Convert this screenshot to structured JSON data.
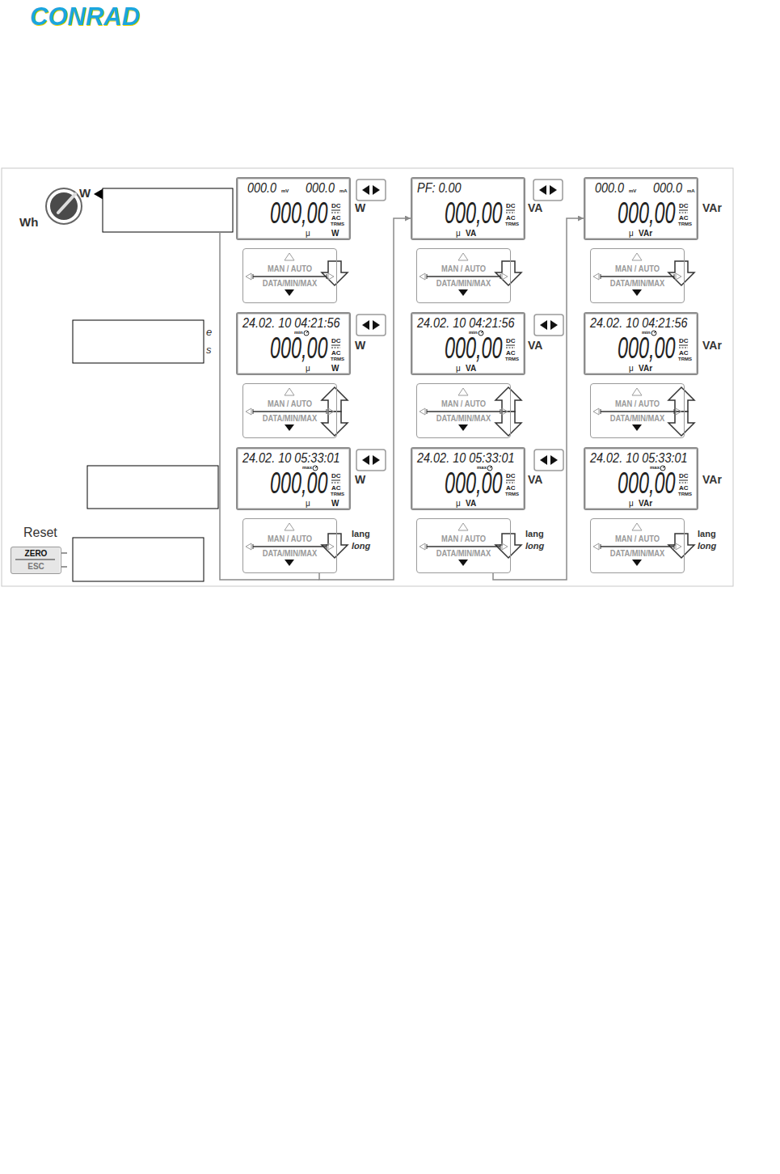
{
  "diagram": {
    "nodes": [
      {
        "text": [
          "000.0",
          "mV",
          "000.0",
          "mA",
          "000,00",
          "DC",
          "AC",
          "TRMS",
          "μ",
          "W"
        ]
      },
      {
        "text": [
          "PF: 0.00",
          "000,00",
          "DC",
          "AC",
          "TRMS",
          "μ",
          "VA"
        ]
      },
      {
        "text": [
          "000.0",
          "mV",
          "000.0",
          "mA",
          "000,00",
          "DC",
          "AC",
          "TRMS",
          "μ",
          "VAr"
        ]
      },
      {
        "text": [
          "MAN / AUTO",
          "DATA/MIN/MAX"
        ]
      },
      {
        "text": [
          "MAN / AUTO",
          "DATA/MIN/MAX"
        ]
      },
      {
        "text": [
          "MAN / AUTO",
          "DATA/MIN/MAX"
        ]
      },
      {
        "text": [
          "24.02. 10 04:21:56",
          "min",
          "000,00",
          "DC",
          "AC",
          "TRMS",
          "μ",
          "W"
        ]
      },
      {
        "text": [
          "24.02. 10 04:21:56",
          "min",
          "000,00",
          "DC",
          "AC",
          "TRMS",
          "μ",
          "VA"
        ]
      },
      {
        "text": [
          "24.02. 10 04:21:56",
          "min",
          "000,00",
          "DC",
          "AC",
          "TRMS",
          "μ",
          "VAr"
        ]
      },
      {
        "text": [
          "MAN / AUTO",
          "DATA/MIN/MAX"
        ]
      },
      {
        "text": [
          "MAN / AUTO",
          "DATA/MIN/MAX"
        ]
      },
      {
        "text": [
          "MAN / AUTO",
          "DATA/MIN/MAX"
        ]
      },
      {
        "text": [
          "24.02. 10 05:33:01",
          "max",
          "000,00",
          "DC",
          "AC",
          "TRMS",
          "μ",
          "W"
        ]
      },
      {
        "text": [
          "24.02. 10 05:33:01",
          "max",
          "000,00",
          "DC",
          "AC",
          "TRMS",
          "μ",
          "VA"
        ]
      },
      {
        "text": [
          "24.02. 10 05:33:01",
          "max",
          "000,00",
          "DC",
          "AC",
          "TRMS",
          "μ",
          "VAr"
        ]
      },
      {
        "text": [
          "MAN / AUTO",
          "DATA/MIN/MAX"
        ]
      },
      {
        "text": [
          "MAN / AUTO",
          "DATA/MIN/MAX"
        ]
      },
      {
        "text": [
          "MAN / AUTO",
          "DATA/MIN/MAX"
        ]
      },
      {
        "text": [
          "ZERO",
          "ESC"
        ]
      }
    ],
    "edges": [
      {
        "from": 15,
        "to": 1,
        "arrow": "to"
      },
      {
        "from": 16,
        "to": 2,
        "arrow": "to"
      }
    ],
    "labels": [
      "CONRAD",
      "W",
      "Wh",
      "e",
      "s",
      "W",
      "VA",
      "VAr",
      "W",
      "VA",
      "VAr",
      "W",
      "VA",
      "VAr",
      "lang",
      "long",
      "lang",
      "long",
      "lang",
      "long",
      "Reset"
    ]
  }
}
